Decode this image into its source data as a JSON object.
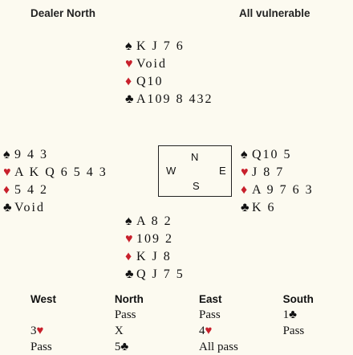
{
  "header": {
    "dealer": "Dealer North",
    "vulnerability": "All vulnerable"
  },
  "suits": {
    "spades": "♠",
    "hearts": "♥",
    "diamonds": "♦",
    "clubs": "♣"
  },
  "colors": {
    "red": "#c8202c",
    "black": "#111111"
  },
  "hands": {
    "north": {
      "spades": "K J 7 6",
      "hearts": "Void",
      "diamonds": "Q10",
      "clubs": "A109 8 432"
    },
    "west": {
      "spades": "9 4 3",
      "hearts": "A K Q 6 5 4 3",
      "diamonds": "5 4 2",
      "clubs": "Void"
    },
    "east": {
      "spades": "Q10 5",
      "hearts": "J 8 7",
      "diamonds": "A 9 7 6 3",
      "clubs": "K 6"
    },
    "south": {
      "spades": "A 8 2",
      "hearts": "109 2",
      "diamonds": "K J 8",
      "clubs": "Q J 7 5"
    }
  },
  "compass": {
    "n": "N",
    "w": "W",
    "e": "E",
    "s": "S"
  },
  "auction": {
    "headers": [
      "West",
      "North",
      "East",
      "South"
    ],
    "rows": [
      [
        "",
        "Pass",
        "Pass",
        "1♣"
      ],
      [
        "3♥",
        "X",
        "4♥",
        "Pass"
      ],
      [
        "Pass",
        "5♣",
        "All pass",
        ""
      ]
    ]
  }
}
